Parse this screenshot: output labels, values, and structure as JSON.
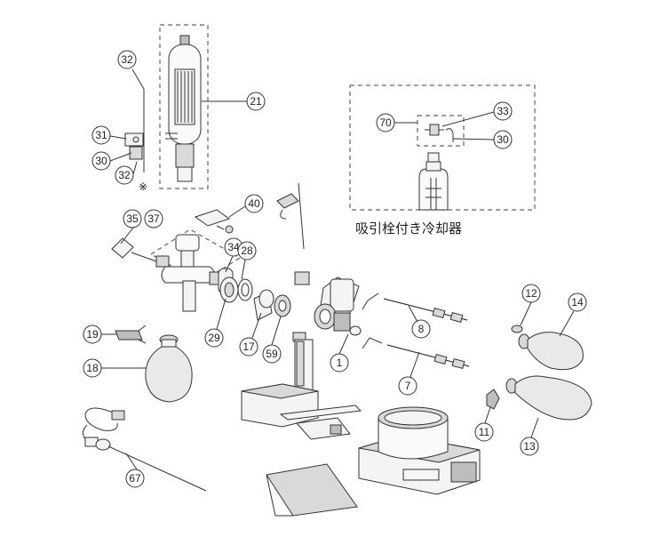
{
  "labels": {
    "condenser_caption": "吸引栓付き冷却器",
    "asterisk": "※"
  },
  "callouts": {
    "c1": "1",
    "c7": "7",
    "c8": "8",
    "c11": "11",
    "c12": "12",
    "c13": "13",
    "c14": "14",
    "c17": "17",
    "c18": "18",
    "c19": "19",
    "c21": "21",
    "c28": "28",
    "c29": "29",
    "c30a": "30",
    "c30b": "30",
    "c31": "31",
    "c32a": "32",
    "c32b": "32",
    "c33": "33",
    "c34": "34",
    "c35": "35",
    "c37": "37",
    "c40": "40",
    "c59": "59",
    "c67": "67",
    "c70": "70"
  }
}
